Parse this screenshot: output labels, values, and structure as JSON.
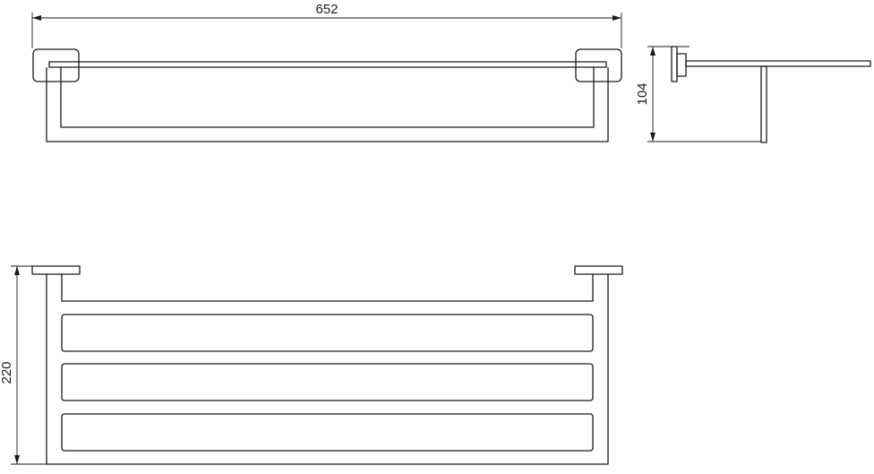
{
  "dimensions": {
    "width": "652",
    "depth": "104",
    "height": "220"
  }
}
